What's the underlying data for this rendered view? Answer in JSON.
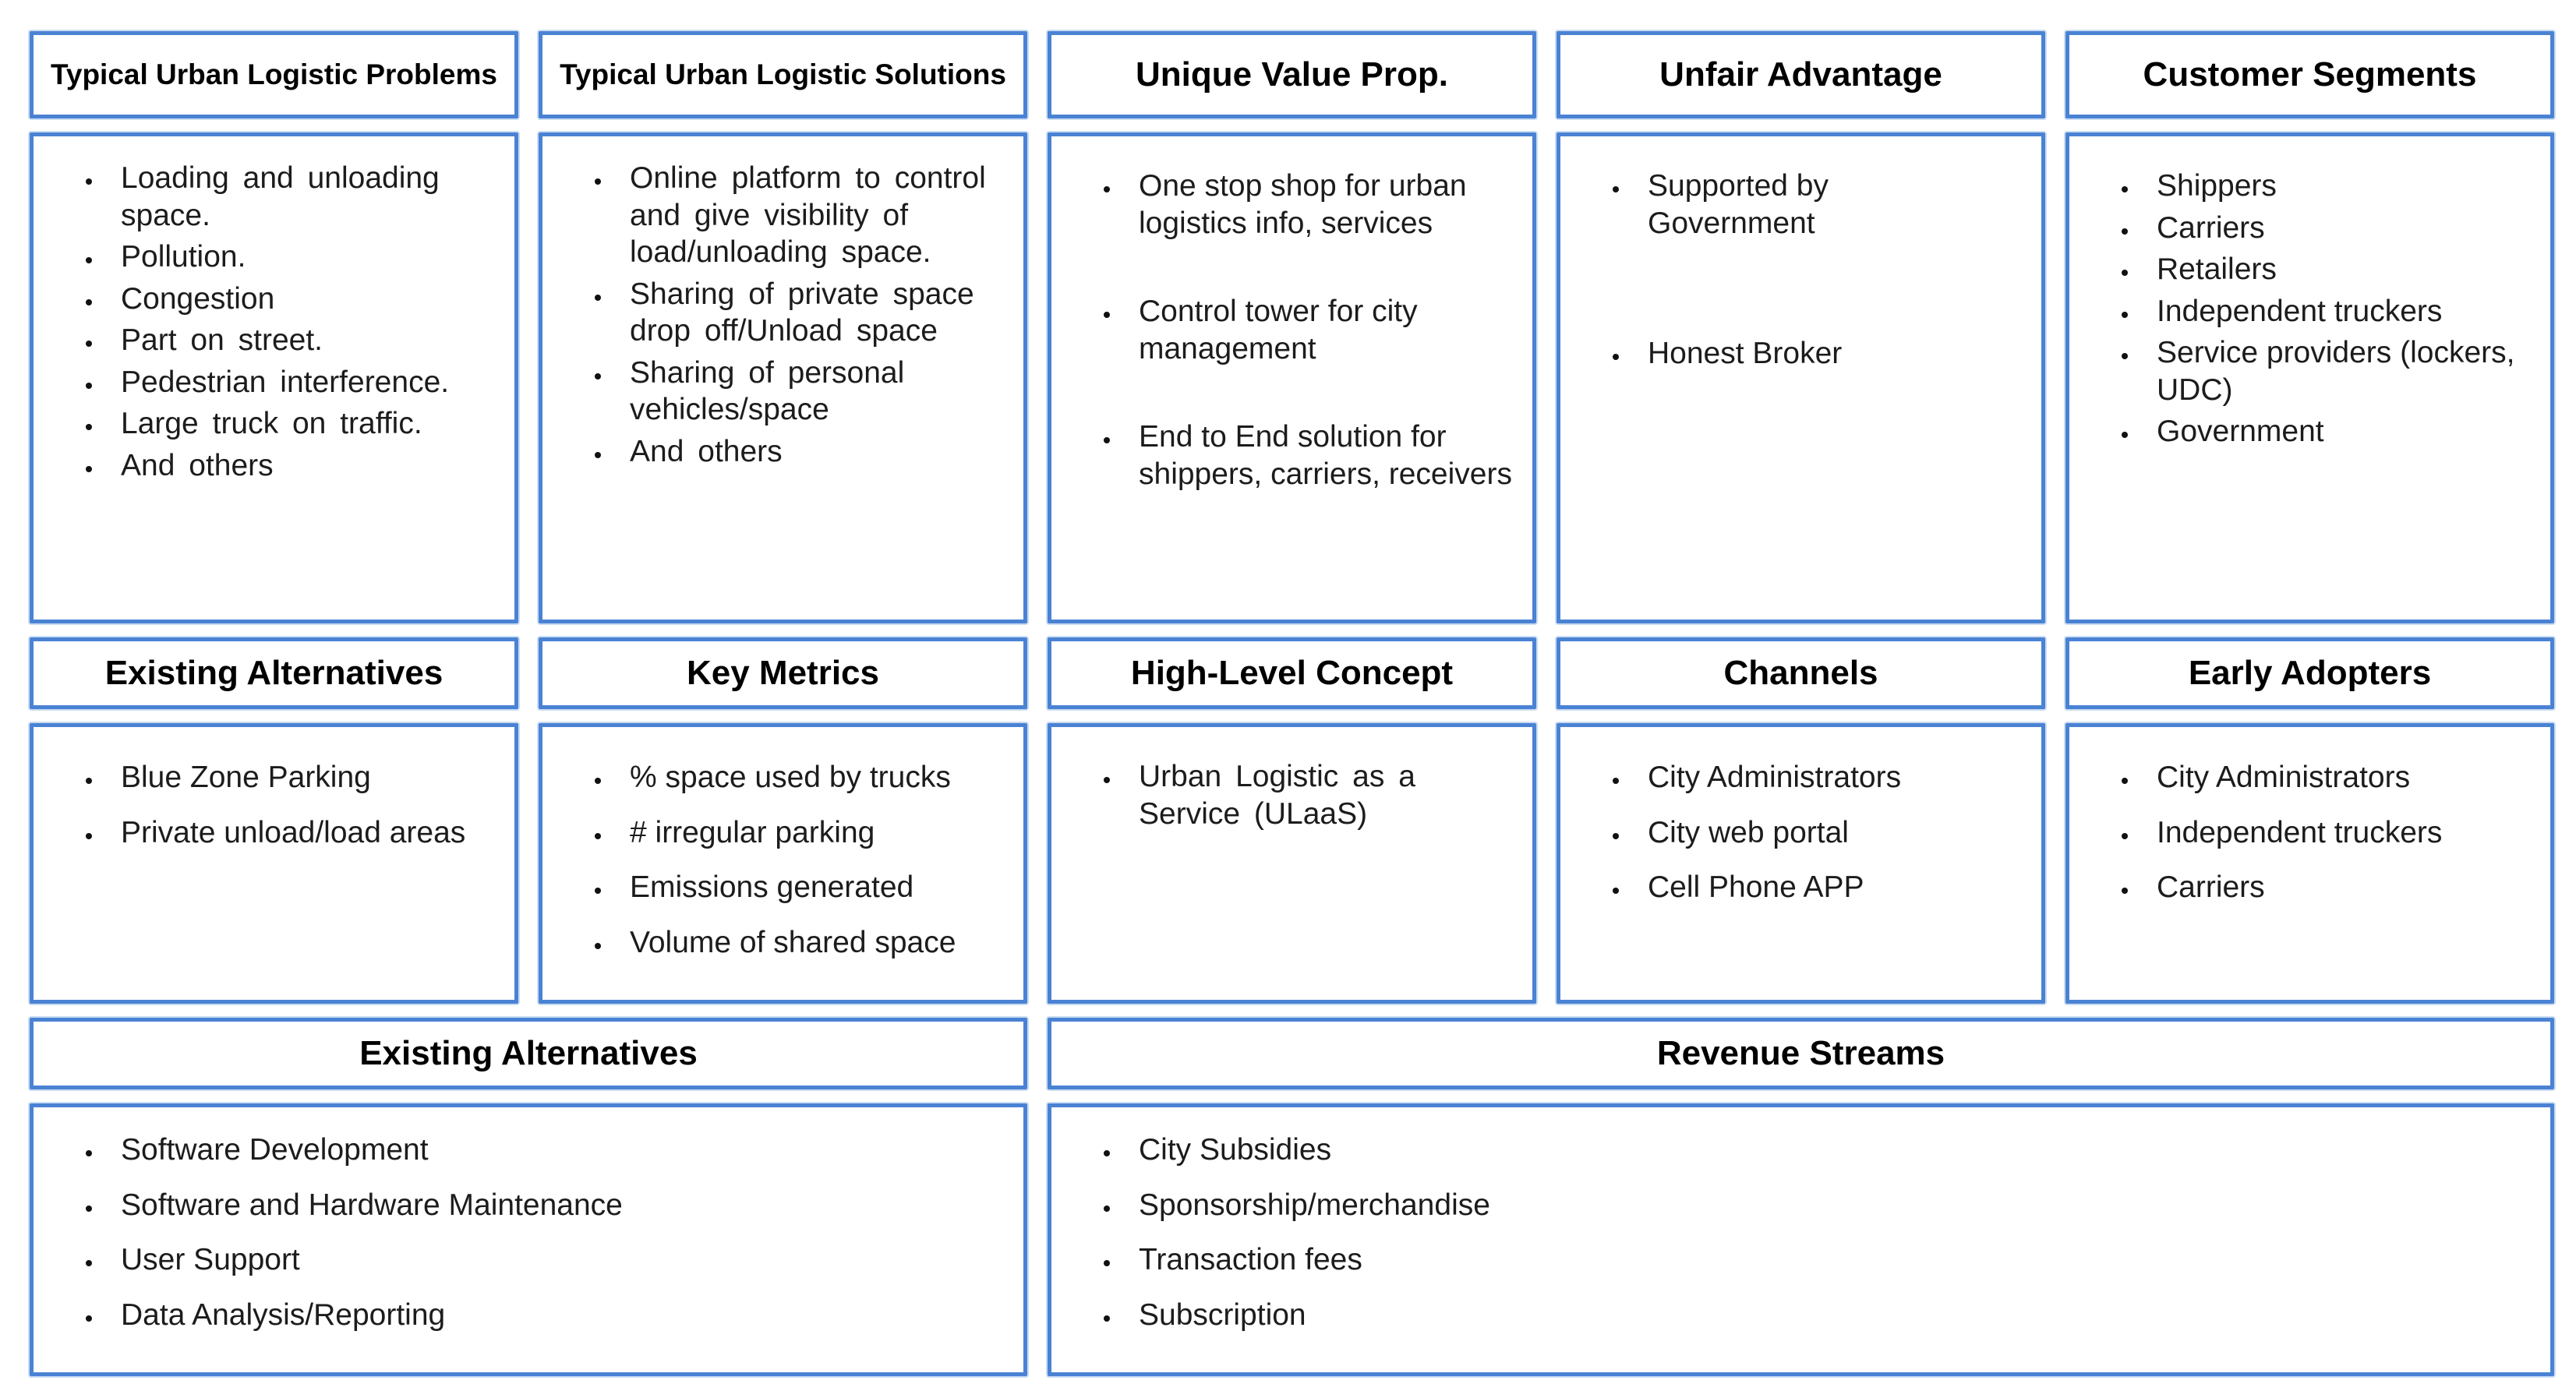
{
  "colors": {
    "box_border_blue": "#4a82d4",
    "border_halo_blue": "#c9dcf2",
    "body_text": "#1c1c1c",
    "heading_text": "#000000"
  },
  "sections": {
    "problems": {
      "header": "Typical Urban Logistic Problems",
      "items": [
        "Loading and unloading space.",
        "Pollution.",
        "Congestion",
        "Part on street.",
        "Pedestrian interference.",
        "Large truck on traffic.",
        "And others"
      ]
    },
    "solutions": {
      "header": "Typical Urban Logistic Solutions",
      "items": [
        "Online platform to control and give visibility of load/unloading space.",
        "Sharing of private space drop off/Unload space",
        "Sharing of personal vehicles/space",
        "And others"
      ]
    },
    "uvp": {
      "header": "Unique Value Prop.",
      "items": [
        "One stop shop for urban logistics info, services",
        "Control tower for city management",
        "End to End solution for shippers, carriers, receivers"
      ]
    },
    "unfair": {
      "header": "Unfair Advantage",
      "items": [
        "Supported by Government",
        "Honest Broker"
      ]
    },
    "segments": {
      "header": "Customer Segments",
      "items": [
        "Shippers",
        "Carriers",
        "Retailers",
        "Independent truckers",
        "Service providers (lockers, UDC)",
        "Government"
      ]
    },
    "alternatives": {
      "header": "Existing Alternatives",
      "items": [
        "Blue Zone Parking",
        "Private unload/load areas"
      ]
    },
    "metrics": {
      "header": "Key Metrics",
      "items": [
        "% space used by trucks",
        "# irregular parking",
        "Emissions generated",
        "Volume of shared space"
      ]
    },
    "concept": {
      "header": "High-Level Concept",
      "items": [
        "Urban Logistic as a Service (ULaaS)"
      ]
    },
    "channels": {
      "header": "Channels",
      "items": [
        "City Administrators",
        "City web portal",
        "Cell Phone APP"
      ]
    },
    "adopters": {
      "header": "Early Adopters",
      "items": [
        "City Administrators",
        "Independent truckers",
        "Carriers"
      ]
    },
    "costs": {
      "header": "Existing Alternatives",
      "items": [
        "Software Development",
        "Software and Hardware Maintenance",
        "User Support",
        "Data Analysis/Reporting"
      ]
    },
    "revenue": {
      "header": "Revenue Streams",
      "items": [
        "City Subsidies",
        "Sponsorship/merchandise",
        "Transaction fees",
        "Subscription"
      ]
    }
  }
}
